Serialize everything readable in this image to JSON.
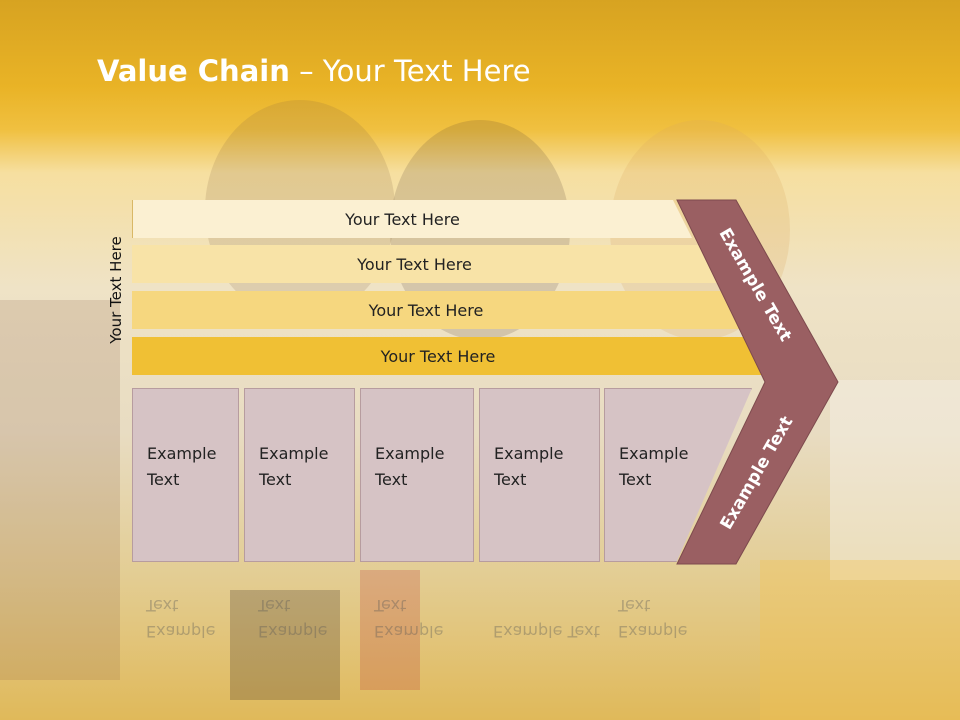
{
  "slide": {
    "title_bold": "Value Chain",
    "title_rest": " – Your Text Here",
    "side_label": "Your Text Here",
    "bars": [
      "Your Text Here",
      "Your Text Here",
      "Your Text Here",
      "Your Text Here"
    ],
    "boxes": [
      {
        "line1": "Example",
        "line2": "Text"
      },
      {
        "line1": "Example",
        "line2": "Text"
      },
      {
        "line1": "Example",
        "line2": "Text"
      },
      {
        "line1": "Example",
        "line2": "Text"
      },
      {
        "line1": "Example",
        "line2": "Text"
      }
    ],
    "chevron_top": "Example Text",
    "chevron_bottom": "Example Text",
    "reflection": "Example Text"
  },
  "colors": {
    "bar1": "#fbf0d2",
    "bar2": "#f8e3a7",
    "bar3": "#f6d77f",
    "bar4": "#f0c034",
    "box": "#d6c3c5",
    "chevron": "#9a5f62"
  }
}
